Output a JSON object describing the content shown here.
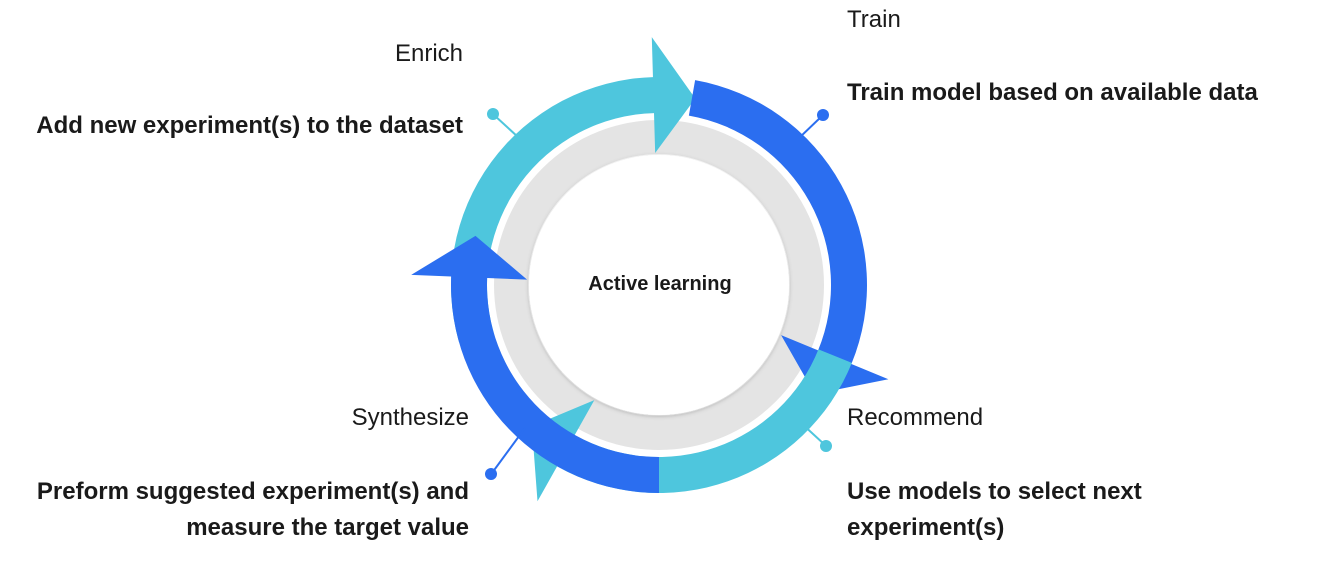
{
  "diagram": {
    "center_label": "Active learning",
    "stages": [
      {
        "id": "enrich",
        "title": "Enrich",
        "description": "Add new experiment(s) to the dataset"
      },
      {
        "id": "train",
        "title": "Train",
        "description": "Train model based on available data"
      },
      {
        "id": "recommend",
        "title": "Recommend",
        "description": "Use models to select next experiment(s)"
      },
      {
        "id": "synthesize",
        "title": "Synthesize",
        "description": "Preform suggested experiment(s) and measure the target value"
      }
    ],
    "colors": {
      "light_arrow": "#4ec6dd",
      "dark_arrow": "#2b6ef0",
      "ring_gray": "#e4e4e4",
      "inner_white": "#ffffff"
    }
  }
}
